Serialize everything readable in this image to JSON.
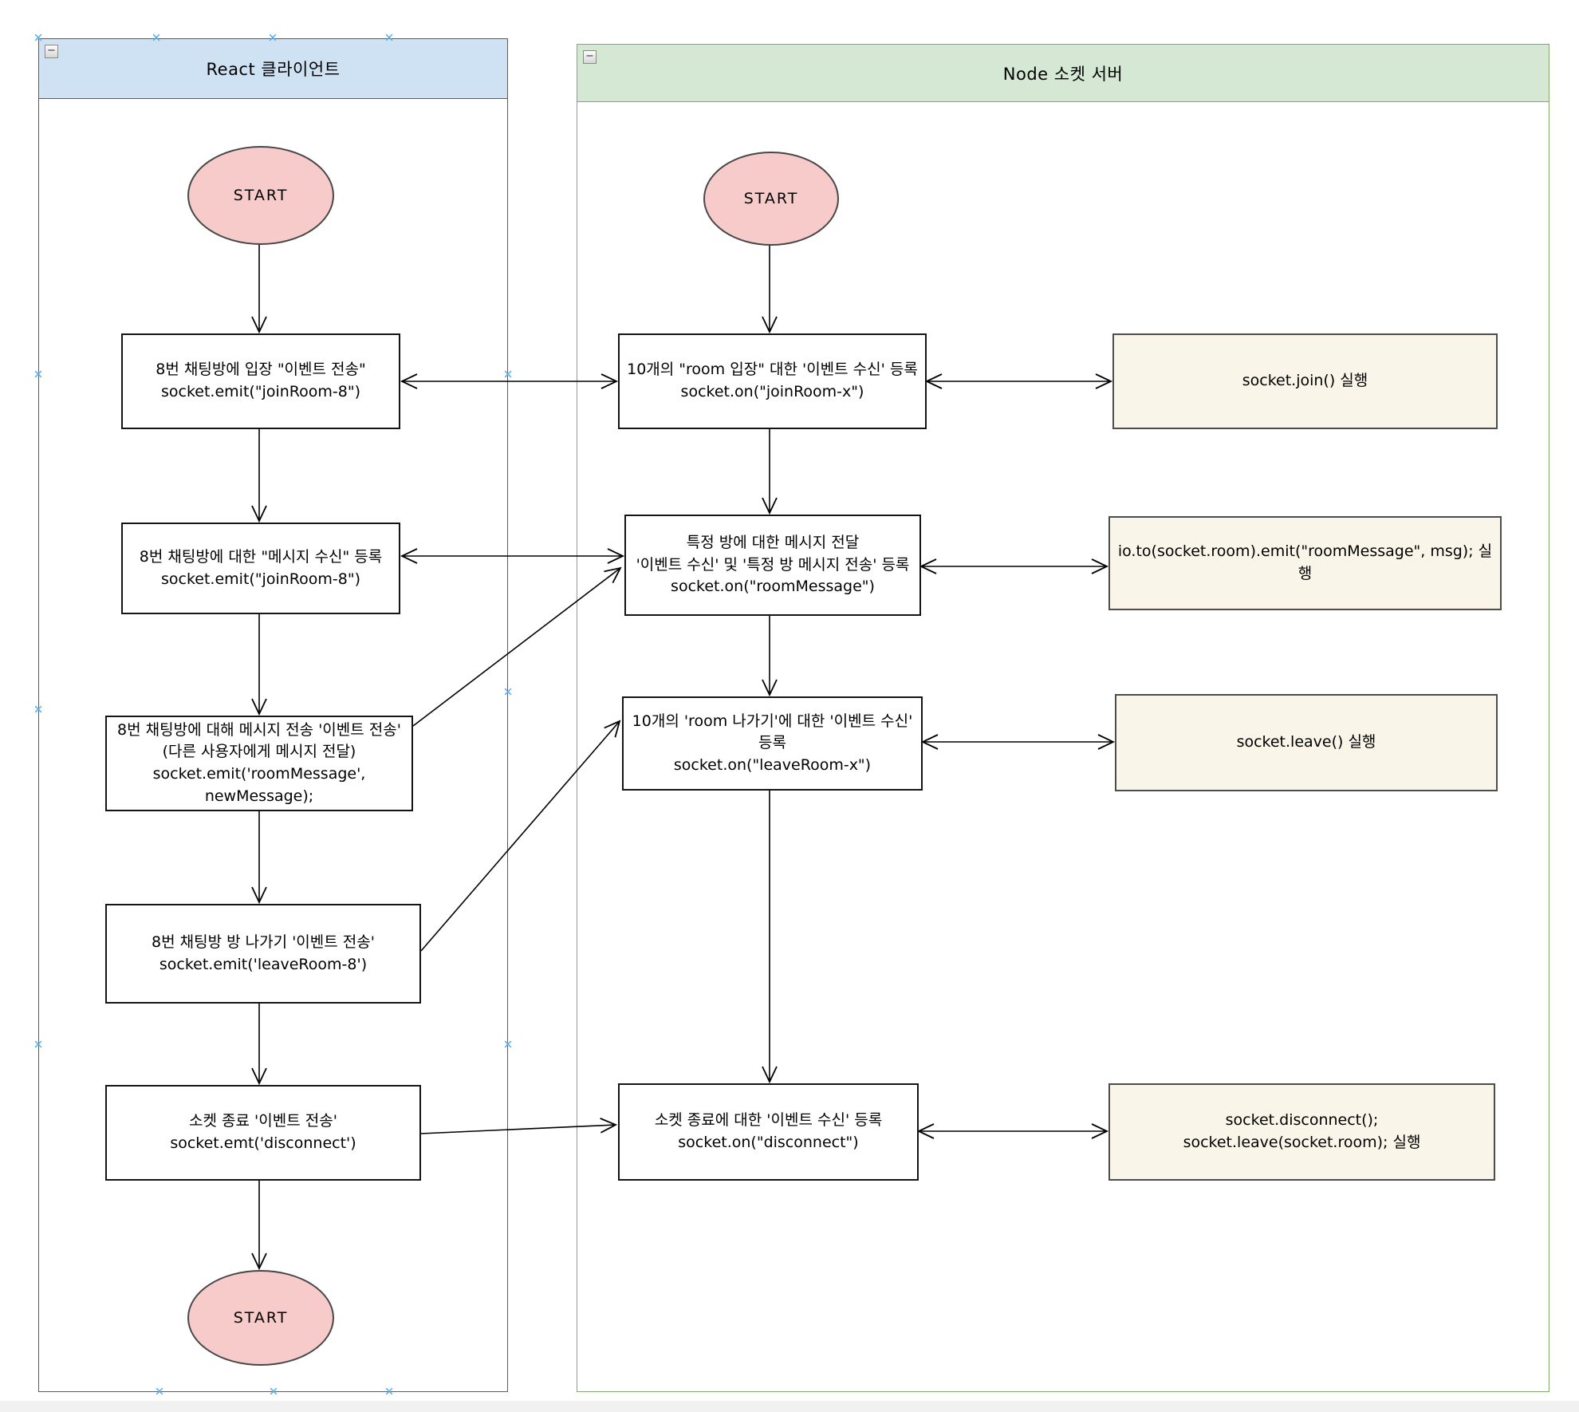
{
  "client": {
    "title": "React 클라이언트",
    "start_top": "START",
    "start_bottom": "START",
    "nodes": [
      {
        "text": "8번 채팅방에 입장 \"이벤트 전송\"\nsocket.emit(\"joinRoom-8\")"
      },
      {
        "text": "8번 채팅방에 대한 \"메시지 수신\" 등록\nsocket.emit(\"joinRoom-8\")"
      },
      {
        "text": "8번 채팅방에 대해 메시지 전송 '이벤트 전송'\n(다른 사용자에게 메시지 전달)\nsocket.emit('roomMessage', newMessage);"
      },
      {
        "text": "8번 채팅방 방 나가기 '이벤트 전송'\nsocket.emit('leaveRoom-8')"
      },
      {
        "text": "소켓 종료 '이벤트 전송'\nsocket.emt('disconnect')"
      }
    ]
  },
  "server": {
    "title": "Node 소켓 서버",
    "start_top": "START",
    "handlers": [
      {
        "text": "10개의 \"room 입장\" 대한 '이벤트 수신' 등록\nsocket.on(\"joinRoom-x\")"
      },
      {
        "text": "특정 방에 대한 메시지 전달\n'이벤트 수신' 및 '특정 방 메시지 전송' 등록\nsocket.on(\"roomMessage\")"
      },
      {
        "text": "10개의 'room 나가기'에 대한 '이벤트 수신' 등록\nsocket.on(\"leaveRoom-x\")"
      },
      {
        "text": "소켓 종료에 대한 '이벤트 수신' 등록\nsocket.on(\"disconnect\")"
      }
    ],
    "actions": [
      {
        "text": "socket.join() 실행"
      },
      {
        "text": "io.to(socket.room).emit(\"roomMessage\", msg); 실행"
      },
      {
        "text": "socket.leave() 실행"
      },
      {
        "text": "socket.disconnect();\nsocket.leave(socket.room); 실행"
      }
    ]
  },
  "ui": {
    "collapse_glyph": "−",
    "handle_glyph": "✕"
  },
  "colors": {
    "client_header": "#cfe2f3",
    "server_header": "#d5e8d4",
    "server_border": "#84a96a",
    "terminator_fill": "#f6cbca",
    "action_fill": "#f9f5e9",
    "handle_blue": "#55aeef",
    "edge": "#000000"
  }
}
